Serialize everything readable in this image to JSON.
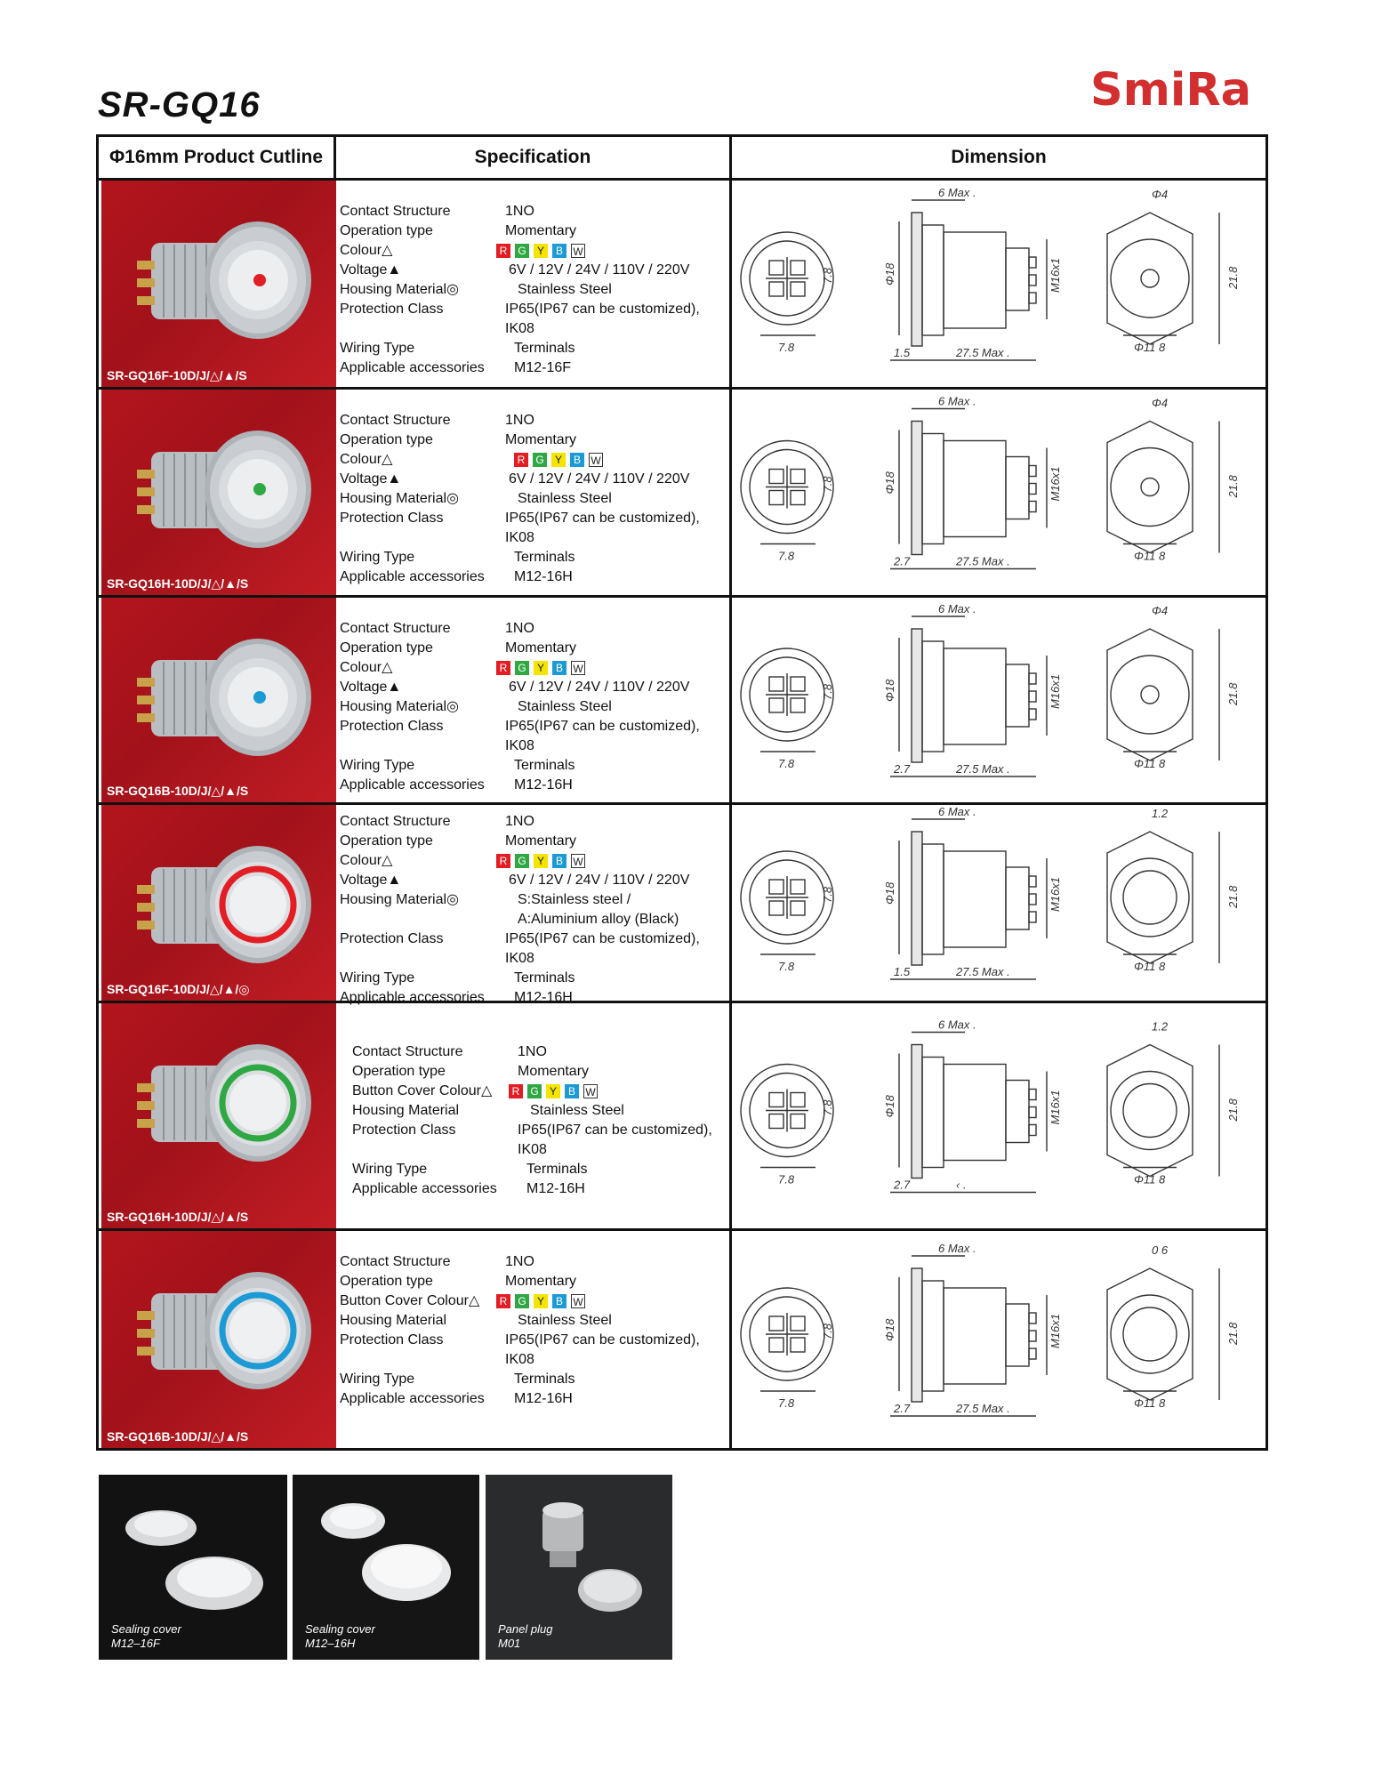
{
  "header": {
    "model": "SR-GQ16",
    "brand": "SmiRa"
  },
  "table": {
    "col1": "Φ16mm Product Cutline",
    "col2": "Specification",
    "col3": "Dimension"
  },
  "colors": {
    "led_red": "#e21d24",
    "led_green": "#2fa844",
    "led_blue": "#1c9ad6",
    "yellow": "#f5e400",
    "photo_bg": "#b3141d"
  },
  "swatches": [
    "R",
    "G",
    "Y",
    "B",
    "W"
  ],
  "dimensions": {
    "a": "6 Max .",
    "b": "Φ4",
    "c": "7.8",
    "d": "Φ18",
    "e": "M16x1",
    "f": "21.8",
    "g": "Φ11 8",
    "h1": "1.5",
    "h2": "2.7",
    "i": "27.5 Max .",
    "j": "1.2",
    "k": "0 6",
    "l": "‹ ."
  },
  "rows": [
    {
      "code": "SR-GQ16F-10D/J/△/▲/S",
      "led": "dot",
      "led_color": "#e21d24",
      "spec": {
        "contact_k": "Contact Structure",
        "contact_v": "1NO",
        "op_k": "Operation type",
        "op_v": "Momentary",
        "colour_k": "Colour△",
        "volt_k": "Voltage▲",
        "volt_v": "6V / 12V / 24V / 110V / 220V",
        "house_k": "Housing Material◎",
        "house_v": "Stainless Steel",
        "prot_k": "Protection Class",
        "prot_v": "IP65(IP67 can be customized),",
        "prot_v2": "IK08",
        "wire_k": "Wiring Type",
        "wire_v": "Terminals",
        "acc_k": "Applicable accessories",
        "acc_v": "M12-16F"
      }
    },
    {
      "code": "SR-GQ16H-10D/J/△/▲/S",
      "led": "dot",
      "led_color": "#2fa844",
      "spec": {
        "contact_k": "Contact Structure",
        "contact_v": "1NO",
        "op_k": "Operation type",
        "op_v": "Momentary",
        "colour_k": "Colour△",
        "volt_k": "Voltage▲",
        "volt_v": "6V / 12V / 24V / 110V / 220V",
        "house_k": "Housing Material◎",
        "house_v": "Stainless Steel",
        "prot_k": "Protection Class",
        "prot_v": "IP65(IP67 can be customized),",
        "prot_v2": "IK08",
        "wire_k": "Wiring Type",
        "wire_v": "Terminals",
        "acc_k": "Applicable accessories",
        "acc_v": "M12-16H"
      }
    },
    {
      "code": "SR-GQ16B-10D/J/△/▲/S",
      "led": "dot",
      "led_color": "#1c9ad6",
      "spec": {
        "contact_k": "Contact Structure",
        "contact_v": "1NO",
        "op_k": "Operation type",
        "op_v": "Momentary",
        "colour_k": "Colour△",
        "volt_k": "Voltage▲",
        "volt_v": "6V / 12V / 24V / 110V / 220V",
        "house_k": "Housing Material◎",
        "house_v": "Stainless Steel",
        "prot_k": "Protection Class",
        "prot_v": "IP65(IP67 can be customized),",
        "prot_v2": "IK08",
        "wire_k": "Wiring Type",
        "wire_v": "Terminals",
        "acc_k": "Applicable accessories",
        "acc_v": "M12-16H"
      }
    },
    {
      "code": "SR-GQ16F-10D/J/△/▲/◎",
      "led": "ring",
      "led_color": "#e21d24",
      "spec": {
        "contact_k": "Contact Structure",
        "contact_v": "1NO",
        "op_k": "Operation type",
        "op_v": "Momentary",
        "colour_k": "Colour△",
        "volt_k": "Voltage▲",
        "volt_v": "6V / 12V / 24V / 110V / 220V",
        "house_k": "Housing Material◎",
        "house_v": "S:Stainless steel /",
        "house_v2": "A:Aluminium alloy (Black)",
        "prot_k": "Protection Class",
        "prot_v": "IP65(IP67 can be customized),",
        "prot_v2": "IK08",
        "wire_k": "Wiring Type",
        "wire_v": "Terminals",
        "acc_k": "Applicable accessories",
        "acc_v": "M12-16H"
      }
    },
    {
      "code": "SR-GQ16H-10D/J/△/▲/S",
      "led": "ring",
      "led_color": "#2fa844",
      "spec": {
        "contact_k": "Contact Structure",
        "contact_v": "1NO",
        "op_k": "Operation type",
        "op_v": "Momentary",
        "colour_k": "Button Cover Colour△",
        "house_k": "Housing Material",
        "house_v": "Stainless Steel",
        "prot_k": "Protection Class",
        "prot_v": "IP65(IP67 can be customized),",
        "prot_v2": "IK08",
        "wire_k": "Wiring Type",
        "wire_v": "Terminals",
        "acc_k": "Applicable accessories",
        "acc_v": "M12-16H"
      }
    },
    {
      "code": "SR-GQ16B-10D/J/△/▲/S",
      "led": "ring",
      "led_color": "#1c9ad6",
      "spec": {
        "contact_k": "Contact Structure",
        "contact_v": "1NO",
        "op_k": "Operation type",
        "op_v": "Momentary",
        "colour_k": "Button Cover Colour△",
        "house_k": "Housing Material",
        "house_v": "Stainless Steel",
        "prot_k": "Protection Class",
        "prot_v": "IP65(IP67 can be customized),",
        "prot_v2": "IK08",
        "wire_k": "Wiring Type",
        "wire_v": "Terminals",
        "acc_k": "Applicable accessories",
        "acc_v": "M12-16H"
      }
    }
  ],
  "accessories": [
    {
      "name": "Sealing cover",
      "code": "M12–16F"
    },
    {
      "name": "Sealing cover",
      "code": "M12–16H"
    },
    {
      "name": "Panel plug",
      "code": "M01"
    }
  ]
}
